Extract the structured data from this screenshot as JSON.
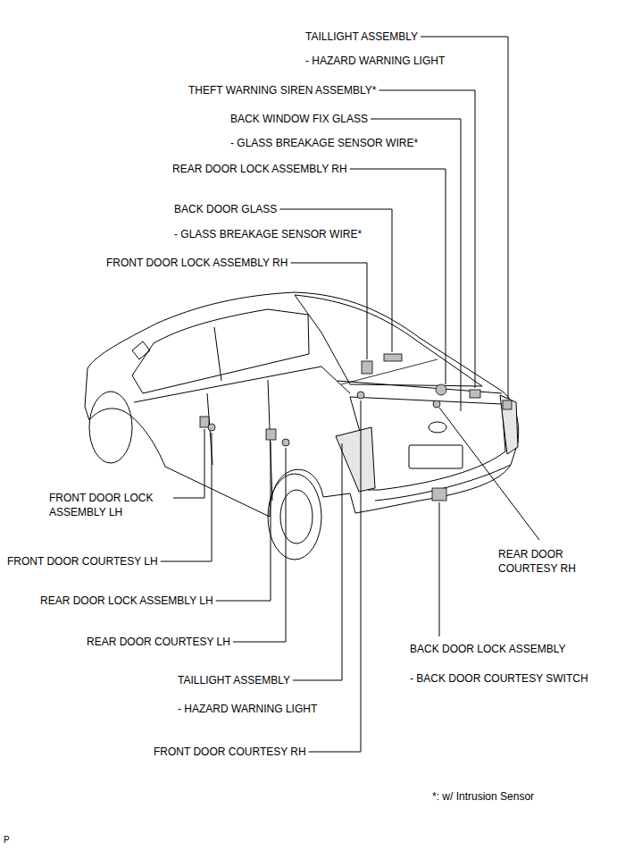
{
  "diagram": {
    "labels": [
      "TAILLIGHT ASSEMBLY",
      "- HAZARD WARNING LIGHT",
      "THEFT WARNING SIREN ASSEMBLY*",
      "BACK WINDOW FIX GLASS",
      "- GLASS BREAKAGE SENSOR WIRE*",
      "REAR DOOR LOCK ASSEMBLY RH",
      "BACK DOOR GLASS",
      "- GLASS BREAKAGE SENSOR WIRE*",
      "FRONT DOOR LOCK ASSEMBLY RH",
      "FRONT DOOR LOCK ASSEMBLY LH",
      "FRONT DOOR COURTESY LH",
      "REAR DOOR LOCK ASSEMBLY LH",
      "REAR DOOR COURTESY LH",
      "TAILLIGHT ASSEMBLY",
      "- HAZARD WARNING LIGHT",
      "FRONT DOOR COURTESY RH",
      "REAR DOOR COURTESY RH",
      "BACK DOOR LOCK ASSEMBLY",
      "- BACK DOOR COURTESY SWITCH",
      "*: w/ Intrusion Sensor",
      "P"
    ]
  }
}
